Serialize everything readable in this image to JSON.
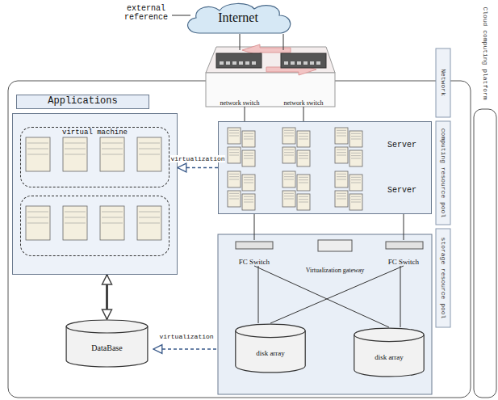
{
  "diagram": {
    "nodes": [
      {
        "text": [
          "Internet"
        ]
      },
      {
        "text": [
          "network switch"
        ]
      },
      {
        "text": [
          "network switch"
        ]
      },
      {
        "text": [
          "Applications"
        ]
      },
      {
        "text": [
          "virtual machine"
        ],
        "in": 3
      },
      {
        "text": [
          "Server",
          "Server"
        ]
      },
      {
        "text": [
          "FC Switch"
        ]
      },
      {
        "text": [
          "Virtualization gateway"
        ]
      },
      {
        "text": [
          "FC Switch"
        ]
      },
      {
        "text": [
          "disk array"
        ]
      },
      {
        "text": [
          "disk array"
        ]
      },
      {
        "text": [
          "DataBase"
        ]
      }
    ],
    "edges": [
      {
        "from": 0,
        "to": 1,
        "arrow": "none"
      },
      {
        "from": 0,
        "to": 2,
        "arrow": "none"
      },
      {
        "from": 1,
        "to": 5,
        "arrow": "none"
      },
      {
        "from": 2,
        "to": 5,
        "arrow": "none"
      },
      {
        "from": 5,
        "to": 6,
        "arrow": "none"
      },
      {
        "from": 5,
        "to": 8,
        "arrow": "none"
      },
      {
        "from": 6,
        "to": 9,
        "arrow": "none"
      },
      {
        "from": 6,
        "to": 10,
        "arrow": "none"
      },
      {
        "from": 8,
        "to": 9,
        "arrow": "none"
      },
      {
        "from": 8,
        "to": 10,
        "arrow": "none"
      },
      {
        "from": 5,
        "to": 3,
        "arrow": "to",
        "label": "virtualization"
      },
      {
        "from": 3,
        "to": 11,
        "arrow": "both"
      }
    ],
    "labels": [
      "external reference",
      "virtualization",
      "Network",
      "computing resource pool",
      "storage resource pool",
      "Cloud computing platform"
    ]
  }
}
